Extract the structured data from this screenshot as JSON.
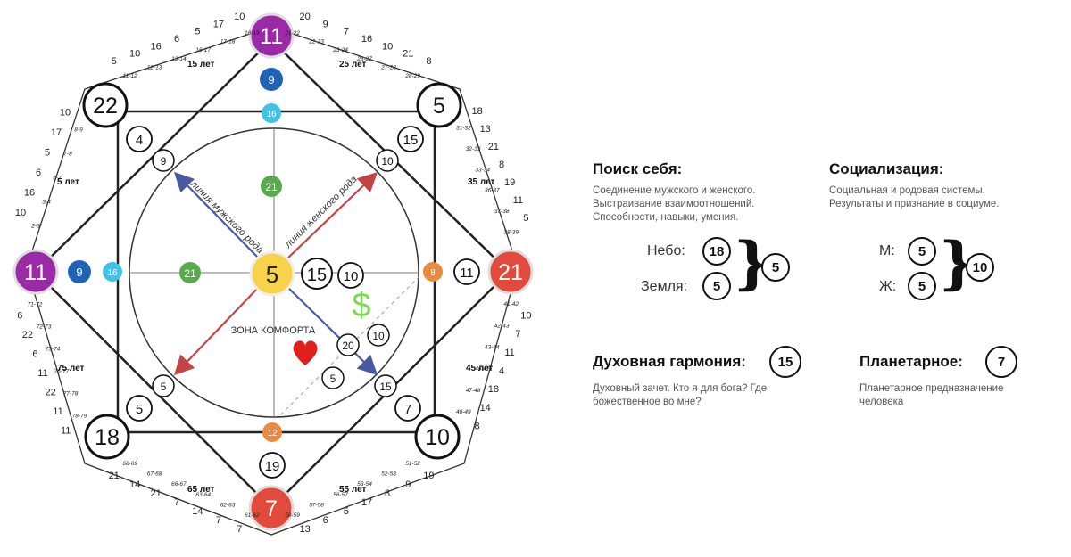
{
  "diagram": {
    "center": {
      "value": "5",
      "color": "#f7d24a"
    },
    "corners": {
      "top": "11",
      "left": "11",
      "right": "21",
      "bottom": "7",
      "top_left": "22",
      "top_right": "5",
      "bottom_left": "18",
      "bottom_right": "10"
    },
    "corner_colors": {
      "top": "#9b2aa6",
      "left": "#9b2aa6",
      "right": "#e24a3b",
      "bottom": "#e24a3b"
    },
    "inner": {
      "top_2": "9",
      "top_3": "16",
      "top_4": "21",
      "left_2": "9",
      "left_3": "16",
      "left_4": "21",
      "right_2": "11",
      "right_3": "8",
      "bottom_2": "19",
      "bottom_3": "12",
      "tl_2": "4",
      "tl_3": "9",
      "tr_2": "15",
      "tr_3": "10",
      "bl_2": "5",
      "bl_3": "5",
      "br_2": "7",
      "br_3": "15",
      "c1": "15",
      "c2": "10",
      "c3": "20",
      "c4": "10",
      "c5": "5"
    },
    "line_male": "линия мужского рода",
    "line_female": "линия женского рода",
    "comfort_zone": "ЗОНА КОМФОРТА",
    "dollar": "$",
    "age_marks": [
      "15 лет",
      "25 лет",
      "35 лет",
      "45 лет",
      "55 лет",
      "65 лет",
      "75 лет",
      "5 лет"
    ],
    "ticks": {
      "top_left": [
        "5",
        "10",
        "16",
        "6",
        "5",
        "17",
        "10",
        "11-12",
        "12-13",
        "13-14",
        "16-17",
        "17-18",
        "18-19"
      ],
      "top_right": [
        "20",
        "9",
        "7",
        "16",
        "10",
        "21",
        "8",
        "21-22",
        "22-23",
        "23-24",
        "26-27",
        "27-28",
        "28-29"
      ],
      "right_upper": [
        "18",
        "13",
        "21",
        "8",
        "19",
        "11",
        "5",
        "31-32",
        "32-33",
        "33-34",
        "36-37",
        "37-38",
        "38-39"
      ],
      "right_lower": [
        "10",
        "7",
        "11",
        "4",
        "18",
        "14",
        "8",
        "41-42",
        "42-43",
        "43-44",
        "46-47",
        "47-48",
        "48-49"
      ],
      "bottom_right": [
        "19",
        "9",
        "8",
        "17",
        "5",
        "6",
        "13",
        "51-52",
        "52-53",
        "53-54",
        "56-57",
        "57-58",
        "58-59"
      ],
      "bottom_left": [
        "7",
        "7",
        "14",
        "7",
        "21",
        "14",
        "21",
        "61-62",
        "62-63",
        "63-64",
        "66-67",
        "67-68",
        "68-69"
      ],
      "left_lower": [
        "6",
        "22",
        "6",
        "11",
        "22",
        "11",
        "11",
        "71-72",
        "72-73",
        "73-74",
        "76-77",
        "77-78",
        "78-79"
      ],
      "left_upper": [
        "10",
        "17",
        "5",
        "6",
        "16",
        "10",
        "8-9",
        "7-8",
        "6-7",
        "3-4",
        "2-3"
      ]
    }
  },
  "sections": {
    "search": {
      "title": "Поиск себя:",
      "lines": [
        "Соединение мужского и женского.",
        "Выстраивание взаимоотношений.",
        "Способности, навыки, умения."
      ],
      "sky_label": "Небо:",
      "sky_value": "18",
      "earth_label": "Земля:",
      "earth_value": "5",
      "result": "5"
    },
    "social": {
      "title": "Социализация:",
      "lines": [
        "Социальная и родовая системы.",
        "Результаты и признание в социуме."
      ],
      "m_label": "М:",
      "m_value": "5",
      "f_label": "Ж:",
      "f_value": "5",
      "result": "10"
    },
    "spiritual": {
      "title": "Духовная гармония:",
      "value": "15",
      "lines": [
        "Духовный зачет. Кто я для бога? Где",
        "божественное во мне?"
      ]
    },
    "planetary": {
      "title": "Планетарное:",
      "value": "7",
      "lines": [
        "Планетарное предназначение",
        "человека"
      ]
    }
  }
}
